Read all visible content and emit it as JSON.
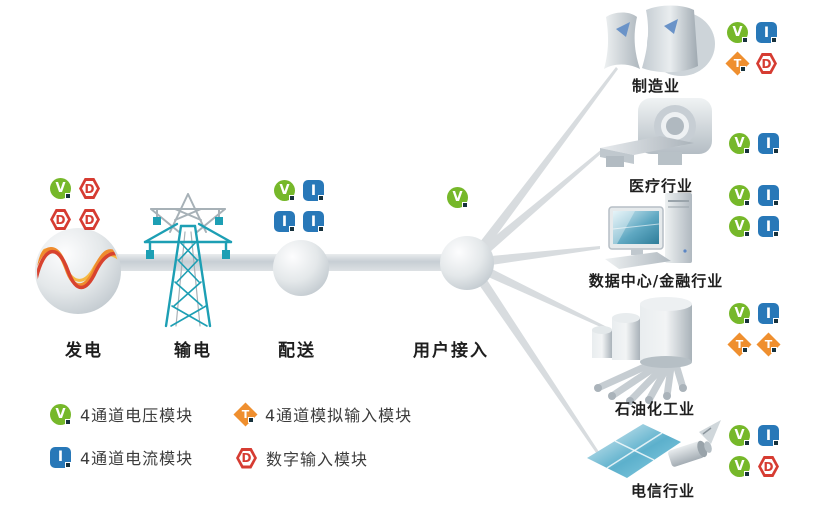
{
  "chain": {
    "nodes": [
      {
        "id": "generation",
        "label": "发电",
        "modules": [
          "V",
          "D",
          "D",
          "D"
        ]
      },
      {
        "id": "transmission",
        "label": "输电",
        "modules": []
      },
      {
        "id": "distribution",
        "label": "配送",
        "modules": [
          "V",
          "I",
          "I",
          "I"
        ]
      },
      {
        "id": "access",
        "label": "用户接入",
        "modules": [
          "V"
        ]
      }
    ]
  },
  "industries": [
    {
      "id": "manufacturing",
      "label": "制造业",
      "modules": [
        "V",
        "I",
        "T",
        "D"
      ]
    },
    {
      "id": "medical",
      "label": "医疗行业",
      "modules": [
        "V",
        "I"
      ]
    },
    {
      "id": "datacenter",
      "label": "数据中心/金融行业",
      "modules": [
        "V",
        "I",
        "V",
        "I"
      ]
    },
    {
      "id": "petrochemical",
      "label": "石油化工业",
      "modules": [
        "V",
        "I",
        "T",
        "T"
      ]
    },
    {
      "id": "telecom",
      "label": "电信行业",
      "modules": [
        "V",
        "I",
        "V",
        "D"
      ]
    }
  ],
  "legend": [
    {
      "code": "V",
      "label": "4通道电压模块"
    },
    {
      "code": "I",
      "label": "4通道电流模块"
    },
    {
      "code": "T",
      "label": "4通道模拟输入模块"
    },
    {
      "code": "D",
      "label": "数字输入模块"
    }
  ],
  "colors": {
    "voltage_green": "#76b82a",
    "current_blue": "#2878b8",
    "analog_orange": "#ef8f2f",
    "digital_red": "#d63c32",
    "tower_teal": "#1d9fb4",
    "connector_gray": "#ccd3d8"
  }
}
